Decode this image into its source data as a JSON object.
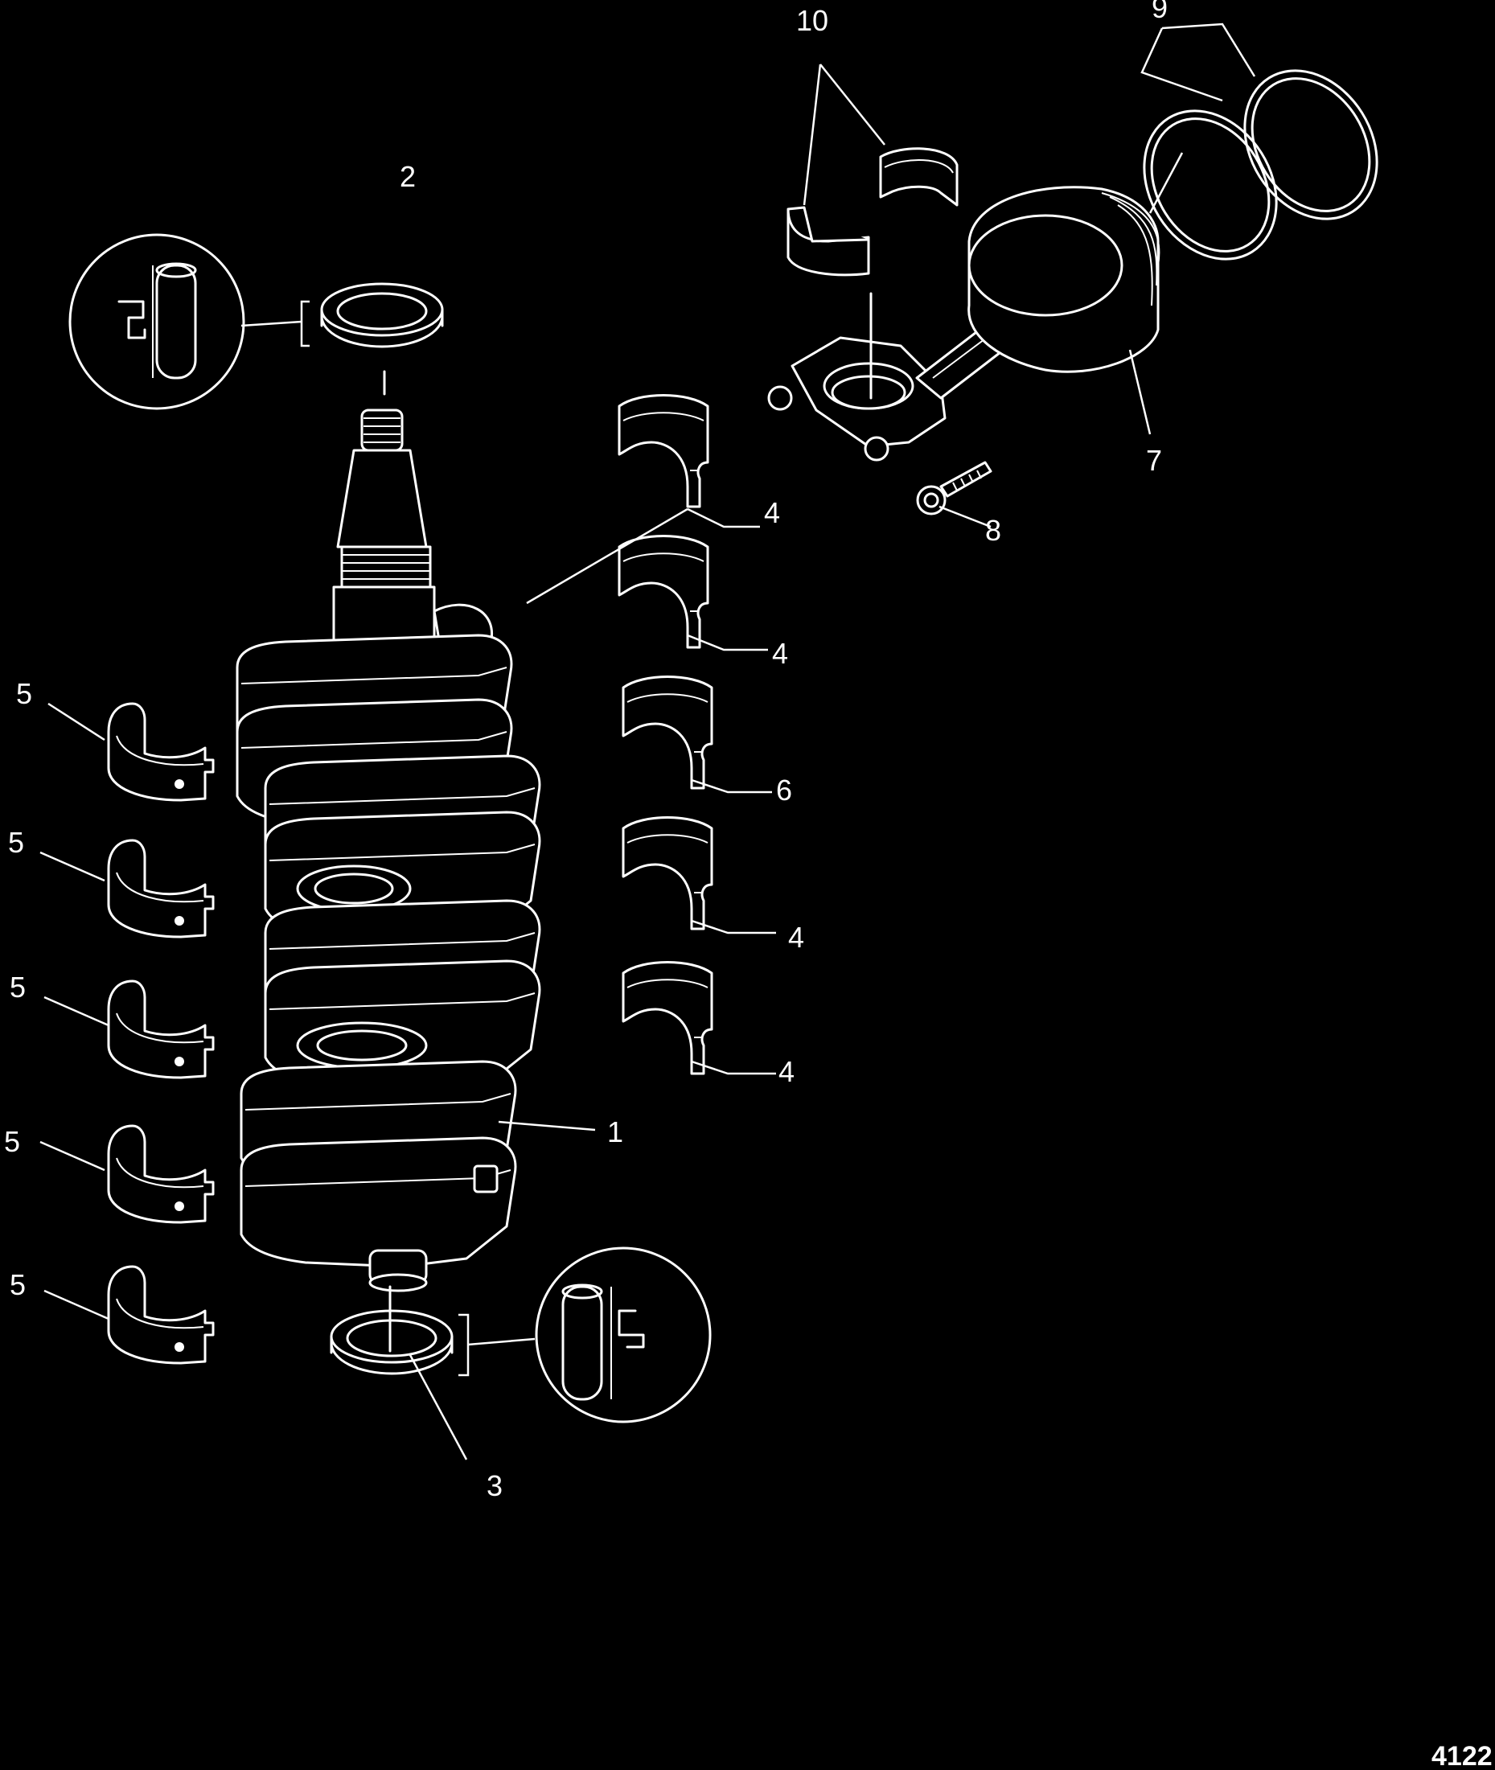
{
  "figure_number": "4122",
  "callouts": {
    "c1": "1",
    "c2": "2",
    "c3": "3",
    "c4a": "4",
    "c4b": "4",
    "c4c": "4",
    "c4d": "4",
    "c5a": "5",
    "c5b": "5",
    "c5c": "5",
    "c5d": "5",
    "c5e": "5",
    "c6": "6",
    "c7": "7",
    "c8": "8",
    "c9": "9",
    "c10": "10"
  },
  "parts": [
    {
      "ref": "1",
      "icon": "crankshaft-icon"
    },
    {
      "ref": "2",
      "icon": "upper-oil-seal-icon"
    },
    {
      "ref": "3",
      "icon": "lower-oil-seal-icon"
    },
    {
      "ref": "4",
      "icon": "main-bearing-icon"
    },
    {
      "ref": "5",
      "icon": "main-bearing-lower-icon"
    },
    {
      "ref": "6",
      "icon": "thrust-bearing-icon"
    },
    {
      "ref": "7",
      "icon": "piston-rod-assembly-icon"
    },
    {
      "ref": "8",
      "icon": "rod-bolt-icon"
    },
    {
      "ref": "9",
      "icon": "piston-ring-icon"
    },
    {
      "ref": "10",
      "icon": "rod-bearing-icon"
    }
  ]
}
